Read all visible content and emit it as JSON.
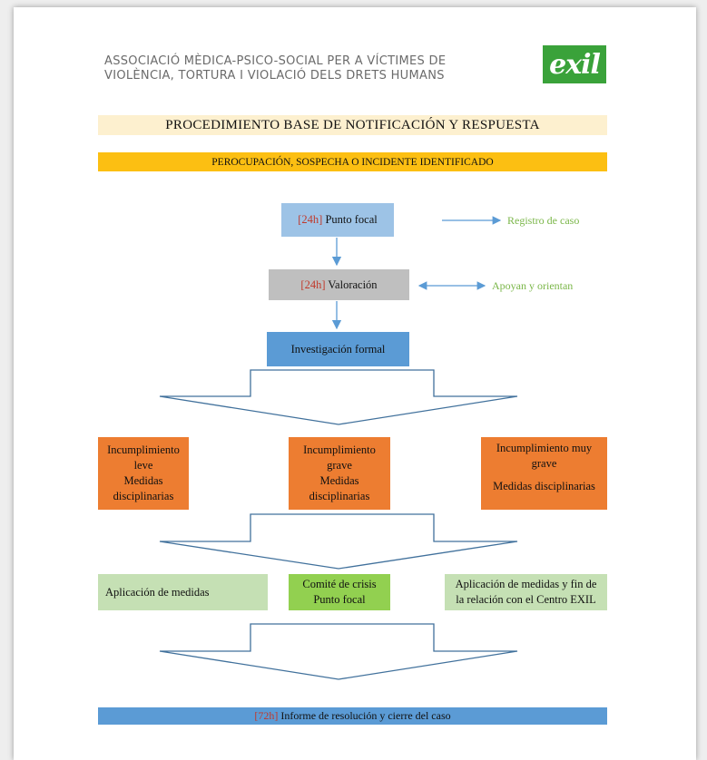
{
  "header": {
    "org_line1": "ASSOCIACIÓ MÈDICA-PSICO-SOCIAL PER A VÍCTIMES DE",
    "org_line2": "VIOLÈNCIA, TORTURA I VIOLACIÓ DELS DRETS HUMANS",
    "logo_text": "exil"
  },
  "title": "PROCEDIMIENTO BASE DE NOTIFICACIÓN Y RESPUESTA",
  "subtitle": "PEROCUPACIÓN, SOSPECHA O INCIDENTE IDENTIFICADO",
  "steps": {
    "focal_time": "[24h]",
    "focal_label": "Punto focal",
    "valoracion_time": "[24h]",
    "valoracion_label": "Valoración",
    "investigacion": "Investigación formal"
  },
  "side_notes": {
    "registro": "Registro de caso",
    "apoyan": "Apoyan y orientan"
  },
  "levels": {
    "leve": [
      "Incumplimiento",
      "leve",
      "Medidas",
      "disciplinarias"
    ],
    "grave": [
      "Incumplimiento",
      "grave",
      "Medidas",
      "disciplinarias"
    ],
    "muy_grave_1": "Incumplimiento muy",
    "muy_grave_2": "grave",
    "muy_grave_3": "Medidas disciplinarias"
  },
  "actions": {
    "aplicacion": "Aplicación de medidas",
    "comite_1": "Comité de crisis",
    "comite_2": "Punto focal",
    "fin_1": "Aplicación de medidas y fin de",
    "fin_2": "la relación con el Centro EXIL"
  },
  "final": {
    "time": "[72h]",
    "label": "Informe de resolución y cierre del caso"
  },
  "colors": {
    "focal_box": "#9dc3e6",
    "valoracion_box": "#bfbfbf",
    "investigacion_box": "#5b9bd5",
    "orange": "#ed7d31",
    "light_green": "#c5e0b4",
    "green": "#92d050",
    "arrow_blue": "#5b9bd5",
    "red_text": "#c0392b",
    "note_green": "#7ab648"
  }
}
